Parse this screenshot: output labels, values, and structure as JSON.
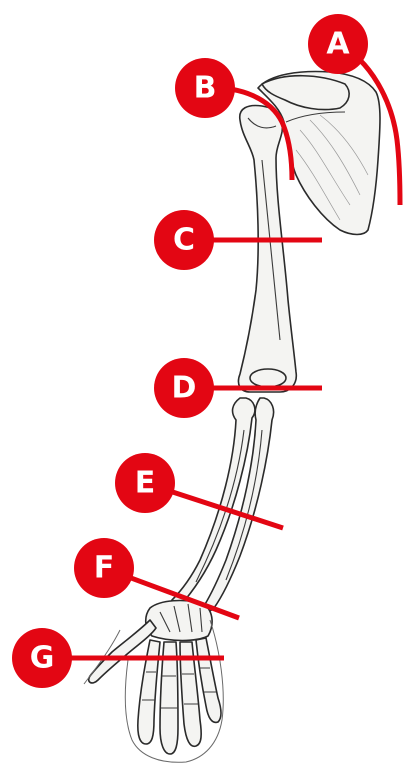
{
  "colors": {
    "label_red": "#e30613",
    "label_text": "#ffffff",
    "bone_outline": "#2b2b2b"
  },
  "labels": [
    {
      "id": "A",
      "text": "A"
    },
    {
      "id": "B",
      "text": "B"
    },
    {
      "id": "C",
      "text": "C"
    },
    {
      "id": "D",
      "text": "D"
    },
    {
      "id": "E",
      "text": "E"
    },
    {
      "id": "F",
      "text": "F"
    },
    {
      "id": "G",
      "text": "G"
    }
  ]
}
